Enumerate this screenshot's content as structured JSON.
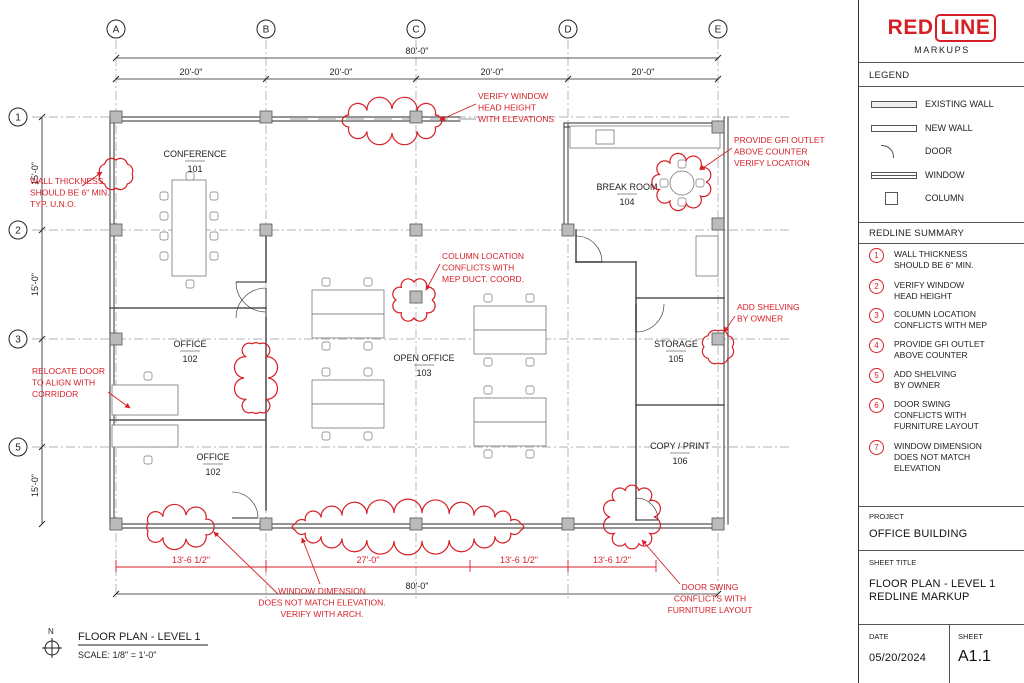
{
  "grid": {
    "columns": [
      "A",
      "B",
      "C",
      "D",
      "E"
    ],
    "rows": [
      "1",
      "2",
      "3",
      "5"
    ]
  },
  "dimensions": {
    "top_overall": "80'-0\"",
    "top_segments": [
      "20'-0\"",
      "20'-0\"",
      "20'-0\"",
      "20'-0\""
    ],
    "left_segments": [
      "15'-0\"",
      "15'-0\"",
      "15'-0\""
    ],
    "bottom_segments": [
      "13'-6 1/2\"",
      "27'-0\"",
      "13'-6 1/2\"",
      "13'-6 1/2\""
    ],
    "bottom_overall": "80'-0\""
  },
  "rooms": [
    {
      "name": "CONFERENCE",
      "number": "101"
    },
    {
      "name": "OFFICE",
      "number": "102"
    },
    {
      "name": "OFFICE",
      "number": "102"
    },
    {
      "name": "OPEN OFFICE",
      "number": "103"
    },
    {
      "name": "BREAK ROOM",
      "number": "104"
    },
    {
      "name": "STORAGE",
      "number": "105"
    },
    {
      "name": "COPY / PRINT",
      "number": "106"
    }
  ],
  "markups": [
    "VERIFY WINDOW\nHEAD HEIGHT\nWITH ELEVATIONS",
    "WALL THICKNESS\nSHOULD BE 6\" MIN.\nTYP. U.N.O.",
    "PROVIDE GFI OUTLET\nABOVE COUNTER\nVERIFY LOCATION",
    "COLUMN LOCATION\nCONFLICTS WITH\nMEP DUCT. COORD.",
    "ADD SHELVING\nBY OWNER",
    "RELOCATE DOOR\nTO ALIGN WITH\nCORRIDOR",
    "WINDOW DIMENSION\nDOES NOT MATCH ELEVATION.\nVERIFY WITH ARCH.",
    "DOOR SWING\nCONFLICTS WITH\nFURNITURE LAYOUT"
  ],
  "plan_title": {
    "north": "N",
    "title": "FLOOR PLAN - LEVEL 1",
    "scale": "SCALE: 1/8\" = 1'-0\""
  },
  "sidebar": {
    "logo_left": "RED",
    "logo_right": "LINE",
    "logo_sub": "MARKUPS",
    "legend_title": "LEGEND",
    "legend": [
      "EXISTING WALL",
      "NEW WALL",
      "DOOR",
      "WINDOW",
      "COLUMN"
    ],
    "summary_title": "REDLINE SUMMARY",
    "summary": [
      {
        "n": "1",
        "t": "WALL THICKNESS\nSHOULD BE 6\" MIN."
      },
      {
        "n": "2",
        "t": "VERIFY WINDOW\nHEAD HEIGHT"
      },
      {
        "n": "3",
        "t": "COLUMN LOCATION\nCONFLICTS WITH MEP"
      },
      {
        "n": "4",
        "t": "PROVIDE GFI OUTLET\nABOVE COUNTER"
      },
      {
        "n": "5",
        "t": "ADD SHELVING\nBY OWNER"
      },
      {
        "n": "6",
        "t": "DOOR SWING\nCONFLICTS WITH\nFURNITURE LAYOUT"
      },
      {
        "n": "7",
        "t": "WINDOW DIMENSION\nDOES NOT MATCH\nELEVATION"
      }
    ],
    "project_label": "PROJECT",
    "project": "OFFICE BUILDING",
    "sheet_title_label": "SHEET TITLE",
    "sheet_title": "FLOOR PLAN - LEVEL 1\nREDLINE MARKUP",
    "date_label": "DATE",
    "date": "05/20/2024",
    "sheet_label": "SHEET",
    "sheet": "A1.1"
  },
  "colors": {
    "redline": "#d61f26",
    "wall": "#555555",
    "ink": "#222222",
    "grid": "#9a9a9a"
  }
}
